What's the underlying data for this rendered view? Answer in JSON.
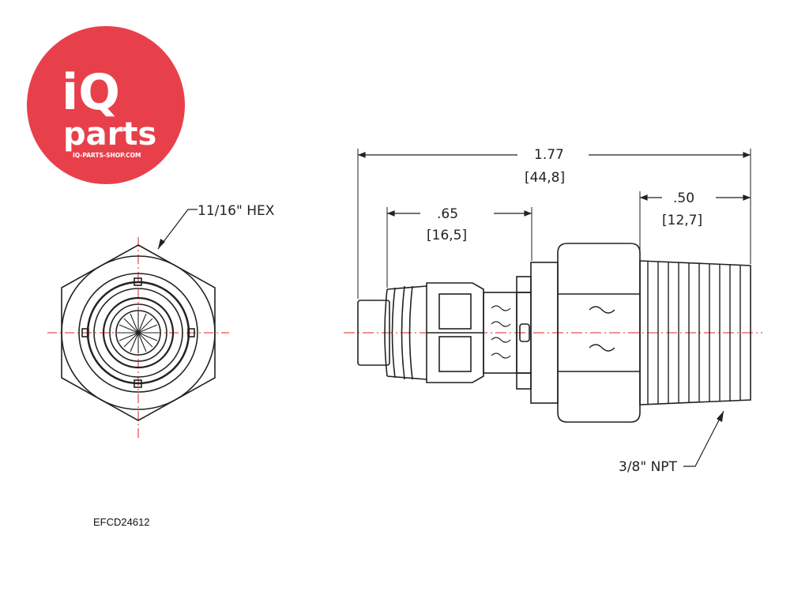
{
  "logo": {
    "brand_top": "iQ",
    "brand_bottom": "parts",
    "url": "IQ-PARTS-SHOP.COM",
    "color": "#e8404b"
  },
  "drawing": {
    "hex_label": "11/16\" HEX",
    "overall_length": "1.77",
    "overall_length_mm": "[44,8]",
    "stem_length": ".65",
    "stem_length_mm": "[16,5]",
    "thread_length": ".50",
    "thread_length_mm": "[12,7]",
    "thread_label": "3/8\" NPT",
    "centerline_color": "#e02020"
  },
  "part_number": "EFCD24612"
}
